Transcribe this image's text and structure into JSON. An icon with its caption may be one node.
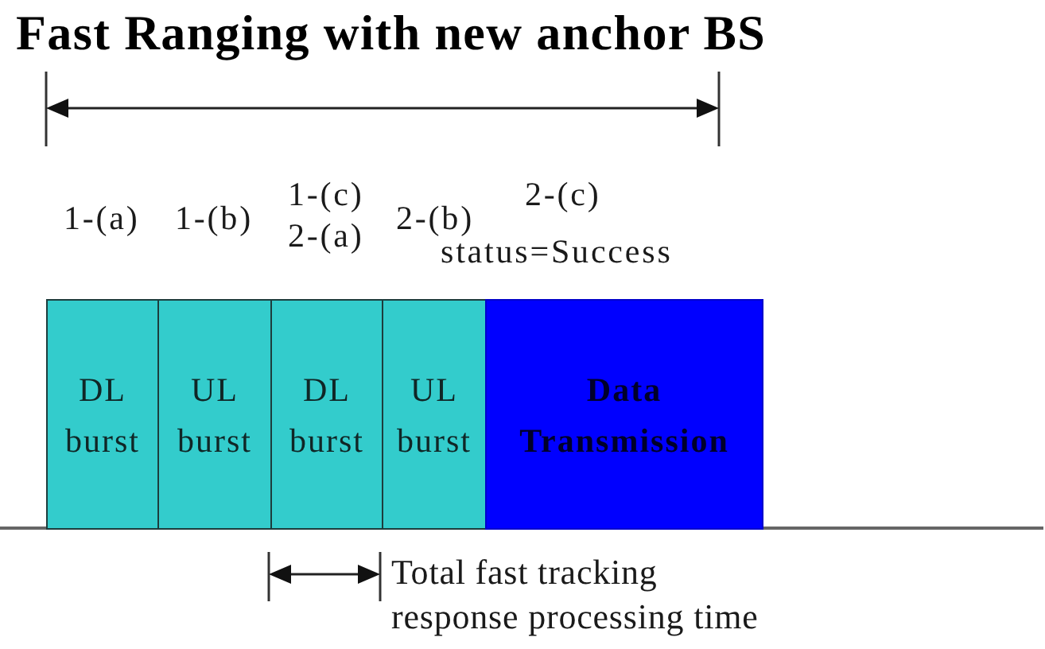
{
  "diagram": {
    "title": "Fast Ranging with new anchor BS",
    "nodes": [
      {
        "text": [
          "DL burst"
        ]
      },
      {
        "text": [
          "UL burst"
        ]
      },
      {
        "text": [
          "DL burst"
        ]
      },
      {
        "text": [
          "UL burst"
        ]
      },
      {
        "text": [
          "Data Transmission"
        ]
      }
    ],
    "labels": [
      "1-(a)",
      "1-(b)",
      "1-(c)",
      "2-(a)",
      "2-(b)",
      "2-(c)",
      "status=Success",
      "Total fast tracking response processing time"
    ]
  }
}
